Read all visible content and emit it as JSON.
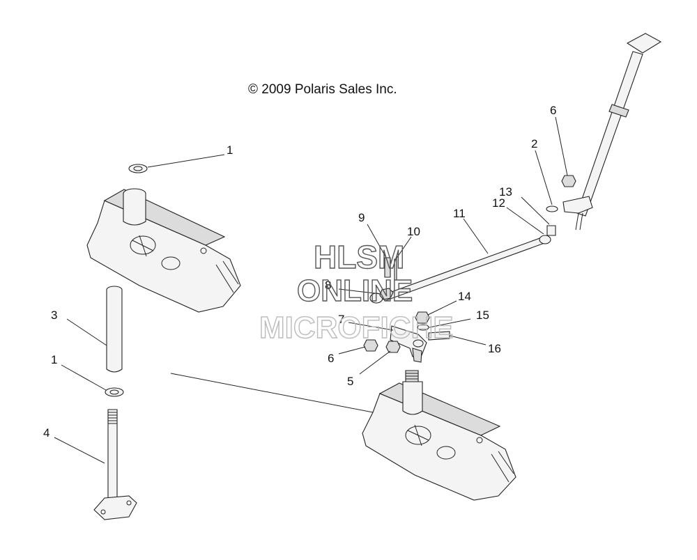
{
  "copyright": "© 2009 Polaris Sales Inc.",
  "watermark": {
    "line1": "HLSM",
    "line2": "ONLINE",
    "line3": "MICROFICHE"
  },
  "callouts": [
    "1",
    "2",
    "3",
    "1",
    "4",
    "5",
    "6",
    "6",
    "7",
    "8",
    "9",
    "10",
    "11",
    "12",
    "13",
    "14",
    "15",
    "16"
  ]
}
